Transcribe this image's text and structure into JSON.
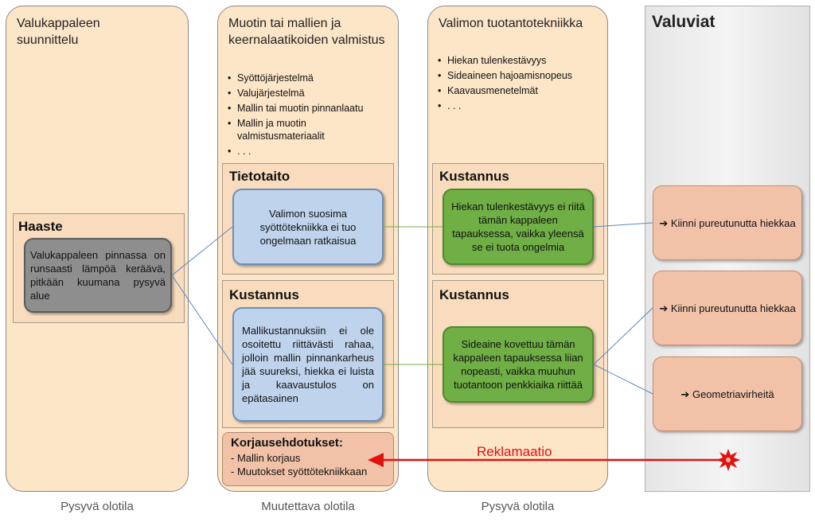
{
  "columns": [
    {
      "title": "Valukappaleen suunnittelu",
      "footer": "Pysyvä olotila"
    },
    {
      "title": "Muotin tai mallien ja keernalaatikoiden valmistus",
      "footer": "Muutettava olotila",
      "bullets": [
        "Syöttöjärjestelmä",
        "Valujärjestelmä",
        "Mallin tai muotin pinnanlaatu",
        "Mallin ja muotin valmistusmateriaalit",
        ". . ."
      ]
    },
    {
      "title": "Valimon tuotantotekniikka",
      "footer": "Pysyvä olotila",
      "bullets": [
        "Hiekan tulenkestävyys",
        "Sideaineen hajoamisnopeus",
        "Kaavausmenetelmät",
        ". . ."
      ]
    },
    {
      "title": "Valuviat"
    }
  ],
  "challenge": {
    "title": "Haaste",
    "text": "Valukappaleen pinnassa on runsaasti lämpöä keräävä, pitkään kuumana pysyvä alue"
  },
  "col2_sections": [
    {
      "title": "Tietotaito",
      "text": "Valimon suosima syöttötekniikka ei tuo ongelmaan ratkaisua"
    },
    {
      "title": "Kustannus",
      "text": "Mallikustannuksiin ei ole osoitettu riittävästi rahaa, jolloin mallin pinnankarheus jää suureksi, hiekka ei luista ja kaavaustulos on epätasainen"
    }
  ],
  "col3_sections": [
    {
      "title": "Kustannus",
      "text": "Hiekan tulenkestävyys ei riitä tämän kappaleen tapauksessa, vaikka yleensä se ei tuota ongelmia"
    },
    {
      "title": "Kustannus",
      "text": "Sideaine kovettuu tämän kappaleen tapauksessa liian nopeasti, vaikka muuhun tuotantoon penkkiaika riittää"
    }
  ],
  "defects": [
    "Kiinni pureutunutta hiekkaa",
    "Kiinni pureutunutta hiekkaa",
    "Geometriavirheitä"
  ],
  "corrections": {
    "title": "Korjausehdotukset:",
    "items": [
      "- Mallin korjaus",
      "- Muutokset syöttötekniikkaan"
    ]
  },
  "reclamation": {
    "label": "Reklamaatio",
    "color": "#e0120f"
  },
  "colors": {
    "column_fill": "#fde5c7",
    "blue_box": "#bfd3ec",
    "green_box": "#6faf45",
    "gray_box": "#8e8e8e",
    "defect_box": "#f2c2a8",
    "connector": "#5b86c4"
  }
}
